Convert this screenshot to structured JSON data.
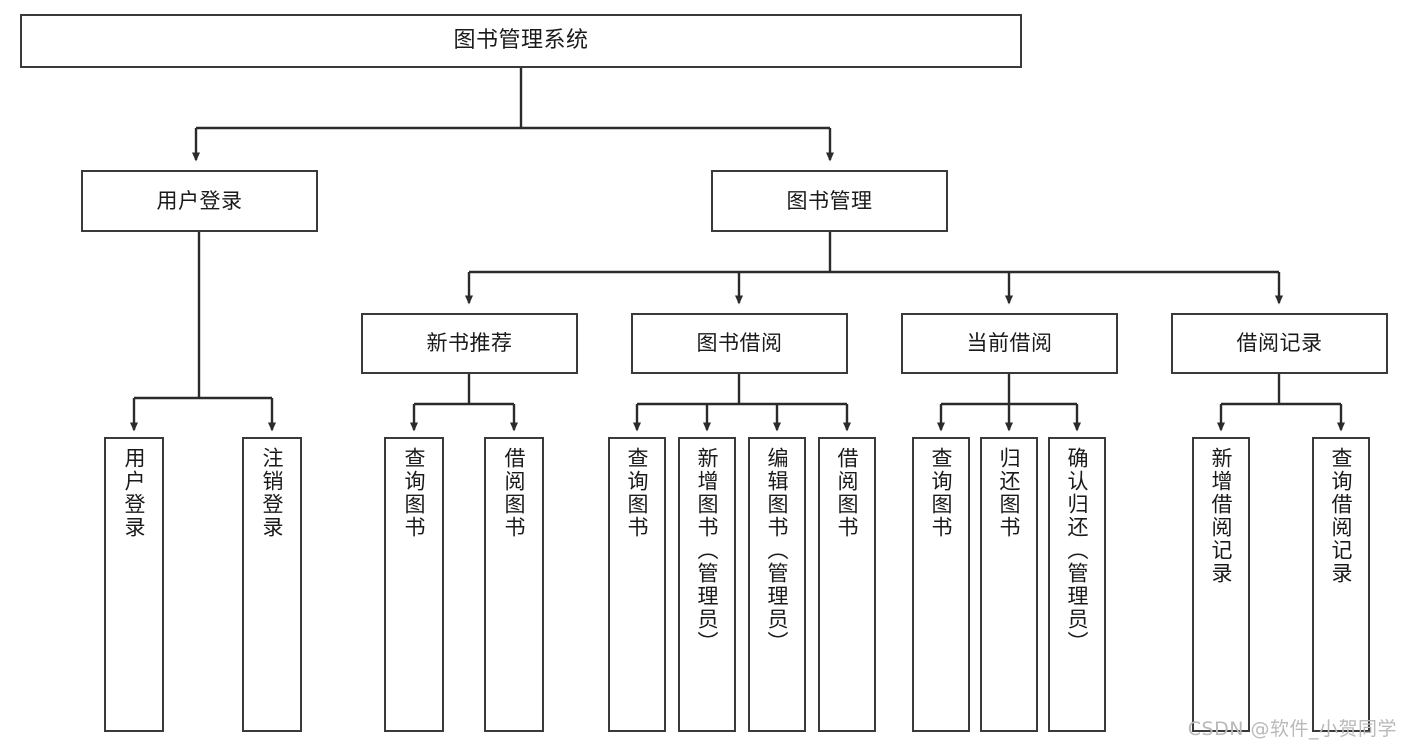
{
  "diagram": {
    "type": "tree",
    "title": "图书管理系统",
    "watermark": "CSDN @软件_小贺同学",
    "colors": {
      "box_border": "#3a3a3a",
      "box_fill": "#ffffff",
      "connector": "#2b2b2b",
      "text": "#1a1a1a",
      "watermark": "#b9b9b9"
    },
    "nodes": {
      "root": {
        "label": "图书管理系统"
      },
      "level2": [
        {
          "id": "user-login",
          "label": "用户登录"
        },
        {
          "id": "book-management",
          "label": "图书管理"
        }
      ],
      "level3": [
        {
          "id": "new-book-recommend",
          "label": "新书推荐"
        },
        {
          "id": "book-borrow",
          "label": "图书借阅"
        },
        {
          "id": "current-borrow",
          "label": "当前借阅"
        },
        {
          "id": "borrow-record",
          "label": "借阅记录"
        }
      ],
      "leaves": {
        "user_login": [
          {
            "id": "leaf-user-login",
            "label": "用户登录"
          },
          {
            "id": "leaf-logout-login",
            "label": "注销登录"
          }
        ],
        "new_book_recommend": [
          {
            "id": "leaf-query-book-1",
            "label": "查询图书"
          },
          {
            "id": "leaf-borrow-book-1",
            "label": "借阅图书"
          }
        ],
        "book_borrow": [
          {
            "id": "leaf-query-book-2",
            "label": "查询图书"
          },
          {
            "id": "leaf-add-book",
            "label": "新增图书（管理员）"
          },
          {
            "id": "leaf-edit-book",
            "label": "编辑图书（管理员）"
          },
          {
            "id": "leaf-borrow-book-2",
            "label": "借阅图书"
          }
        ],
        "current_borrow": [
          {
            "id": "leaf-query-book-3",
            "label": "查询图书"
          },
          {
            "id": "leaf-return-book",
            "label": "归还图书"
          },
          {
            "id": "leaf-confirm-return",
            "label": "确认归还（管理员）"
          }
        ],
        "borrow_record": [
          {
            "id": "leaf-add-record",
            "label": "新增借阅记录"
          },
          {
            "id": "leaf-query-record",
            "label": "查询借阅记录"
          }
        ]
      }
    }
  }
}
